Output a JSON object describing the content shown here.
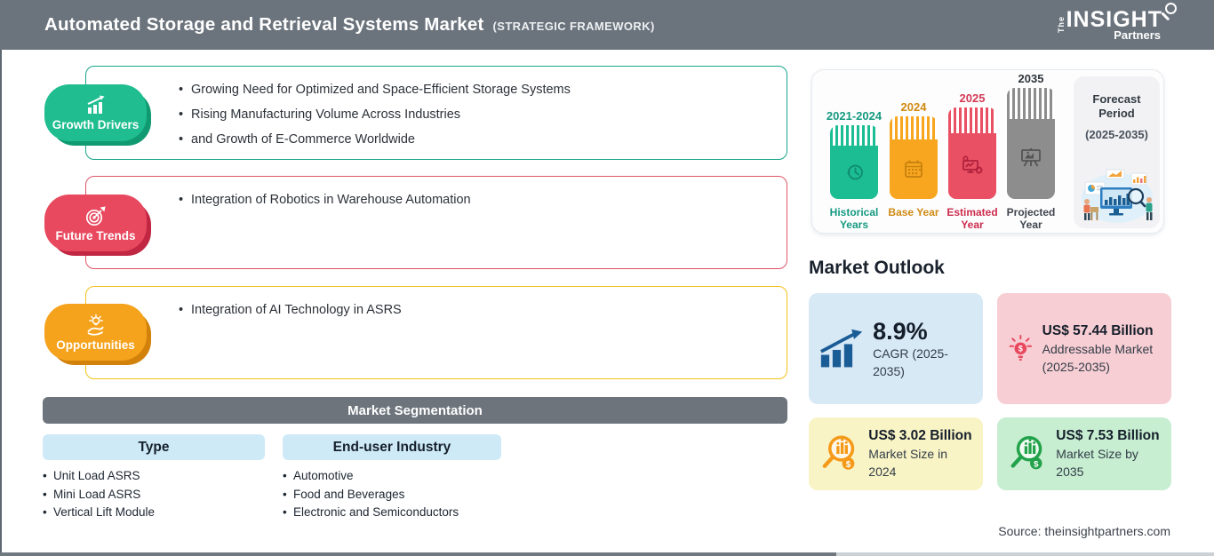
{
  "header": {
    "title": "Automated Storage and Retrieval Systems Market",
    "subtitle": "(STRATEGIC FRAMEWORK)",
    "logo_the": "The",
    "logo_insight": "INSIGHT",
    "logo_partners": "Partners"
  },
  "framework": {
    "sections": [
      {
        "label": "Growth Drivers",
        "color": "#1fbd8f",
        "bullets": [
          "Growing Need for Optimized and Space-Efficient Storage Systems",
          "Rising Manufacturing Volume Across Industries",
          "and Growth of E-Commerce Worldwide"
        ]
      },
      {
        "label": "Future Trends",
        "color": "#e8495f",
        "bullets": [
          "Integration of Robotics in Warehouse Automation"
        ]
      },
      {
        "label": "Opportunities",
        "color": "#f5a21c",
        "bullets": [
          "Integration of AI Technology in ASRS"
        ]
      }
    ]
  },
  "segmentation": {
    "title": "Market Segmentation",
    "columns": [
      {
        "header": "Type",
        "items": [
          "Unit Load ASRS",
          "Mini Load ASRS",
          "Vertical Lift Module"
        ]
      },
      {
        "header": "End-user Industry",
        "items": [
          "Automotive",
          "Food and Beverages",
          "Electronic and Semiconductors"
        ]
      }
    ]
  },
  "timeline": {
    "bars": [
      {
        "year": "2021-2024",
        "caption": "Historical Years",
        "color": "#1dbd94"
      },
      {
        "year": "2024",
        "caption": "Base Year",
        "color": "#f8a61f"
      },
      {
        "year": "2025",
        "caption": "Estimated Year",
        "color": "#ea5064"
      },
      {
        "year": "2035",
        "caption": "Projected Year",
        "color": "#8d8d8d"
      }
    ],
    "forecast": {
      "title": "Forecast Period",
      "range": "(2025-2035)"
    }
  },
  "outlook": {
    "title": "Market Outlook",
    "cards": [
      {
        "value": "8.9%",
        "label": "CAGR (2025-2035)",
        "bg": "#d8e9f6",
        "icon_color": "#1a5c96"
      },
      {
        "value": "US$ 57.44 Billion",
        "label": "Addressable Market (2025-2035)",
        "bg": "#f7ced3",
        "icon_color": "#e8495f"
      },
      {
        "value": "US$ 3.02 Billion",
        "label": "Market Size in 2024",
        "bg": "#f9f4c5",
        "icon_color": "#f59a18"
      },
      {
        "value": "US$ 7.53 Billion",
        "label": "Market Size by 2035",
        "bg": "#c7eed1",
        "icon_color": "#22a24a"
      }
    ]
  },
  "source": "Source: theinsightpartners.com"
}
